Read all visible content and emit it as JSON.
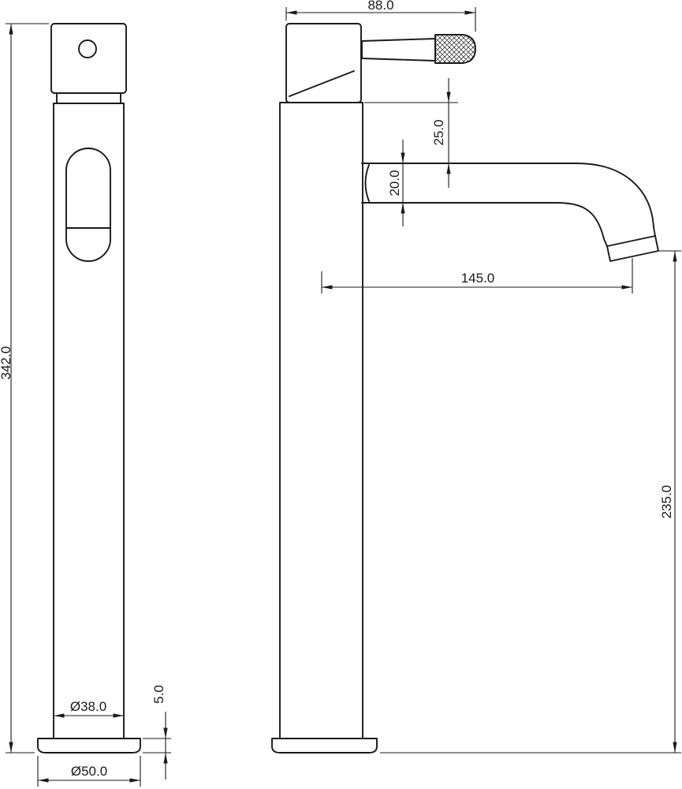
{
  "page": {
    "background": "#ffffff",
    "line_color": "#1a1a1a"
  },
  "drawing": {
    "dims": {
      "total_height": "342.0",
      "body_diameter": "Ø38.0",
      "base_thickness": "5.0",
      "base_diameter": "Ø50.0",
      "handle_length": "88.0",
      "handle_to_spout": "25.0",
      "spout_diameter": "20.0",
      "spout_reach": "145.0",
      "outlet_height": "235.0"
    }
  }
}
